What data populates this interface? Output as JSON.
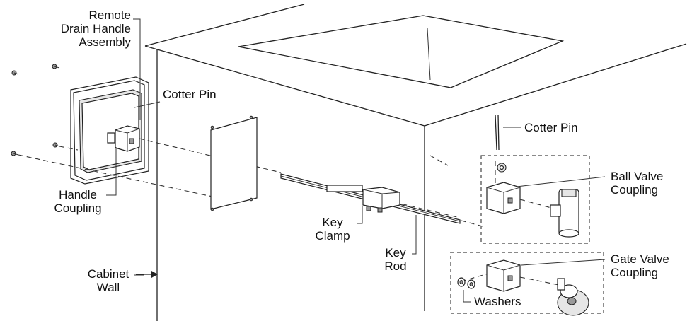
{
  "labels": {
    "remote_drain_handle_assembly": [
      "Remote",
      "Drain Handle",
      "Assembly"
    ],
    "cotter_pin_left": "Cotter Pin",
    "cotter_pin_right": "Cotter Pin",
    "handle_coupling": [
      "Handle",
      "Coupling"
    ],
    "cabinet_wall": [
      "Cabinet",
      "Wall"
    ],
    "key_clamp": [
      "Key",
      "Clamp"
    ],
    "key_rod": [
      "Key",
      "Rod"
    ],
    "ball_valve_coupling": [
      "Ball Valve",
      "Coupling"
    ],
    "gate_valve_coupling": [
      "Gate Valve",
      "Coupling"
    ],
    "washers": "Washers"
  },
  "colors": {
    "line": "#222222",
    "text": "#111111",
    "shade": "#e6e6e6"
  }
}
